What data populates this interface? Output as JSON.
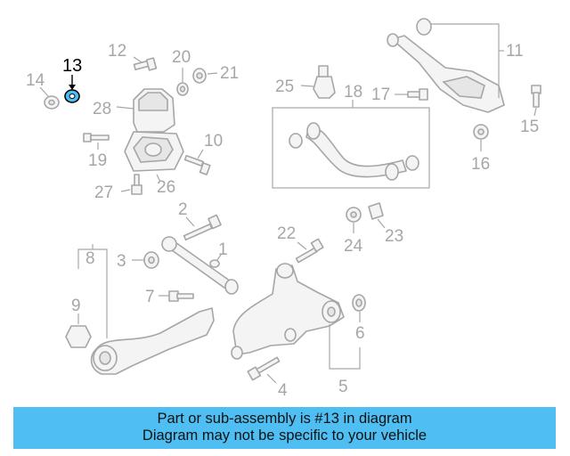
{
  "highlight_color": "#4fbff3",
  "highlighted_part": "13",
  "callouts": {
    "c1": "1",
    "c2": "2",
    "c3": "3",
    "c4": "4",
    "c5": "5",
    "c6": "6",
    "c7": "7",
    "c8": "8",
    "c9": "9",
    "c10": "10",
    "c11": "11",
    "c12": "12",
    "c13": "13",
    "c14": "14",
    "c15": "15",
    "c16": "16",
    "c17": "17",
    "c18": "18",
    "c19": "19",
    "c20": "20",
    "c21": "21",
    "c22": "22",
    "c23": "23",
    "c24": "24",
    "c25": "25",
    "c26": "26",
    "c27": "27",
    "c28": "28"
  },
  "banner": {
    "line1": "Part or sub-assembly is #13 in diagram",
    "line2": "Diagram may not be specific to your vehicle"
  }
}
